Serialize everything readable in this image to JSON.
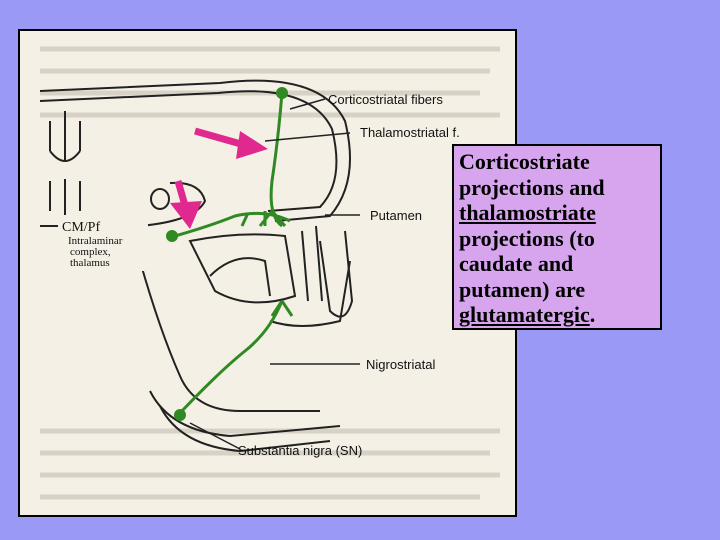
{
  "diagram": {
    "labels": {
      "corticostriatal": "Corticostriatal fibers",
      "thalamostriatal": "Thalamostriatal f.",
      "putamen": "Putamen",
      "nigrostriatal": "Nigrostriatal",
      "substantia_nigra": "Substantia nigra (SN)",
      "cm_pf": "CM/Pf",
      "intralaminar_1": "Intralaminar",
      "intralaminar_2": "complex,",
      "intralaminar_3": "thalamus"
    },
    "colors": {
      "pathway": "#2f8a24",
      "arrow": "#e0288e",
      "outline": "#222222",
      "paper": "#f5f0e6"
    }
  },
  "callout": {
    "text_1": "Corticostriate projections and",
    "text_2": "thalamostriate",
    "text_3": "projections (to caudate and putamen) are",
    "text_4": "glutamatergic",
    "text_5": "."
  }
}
